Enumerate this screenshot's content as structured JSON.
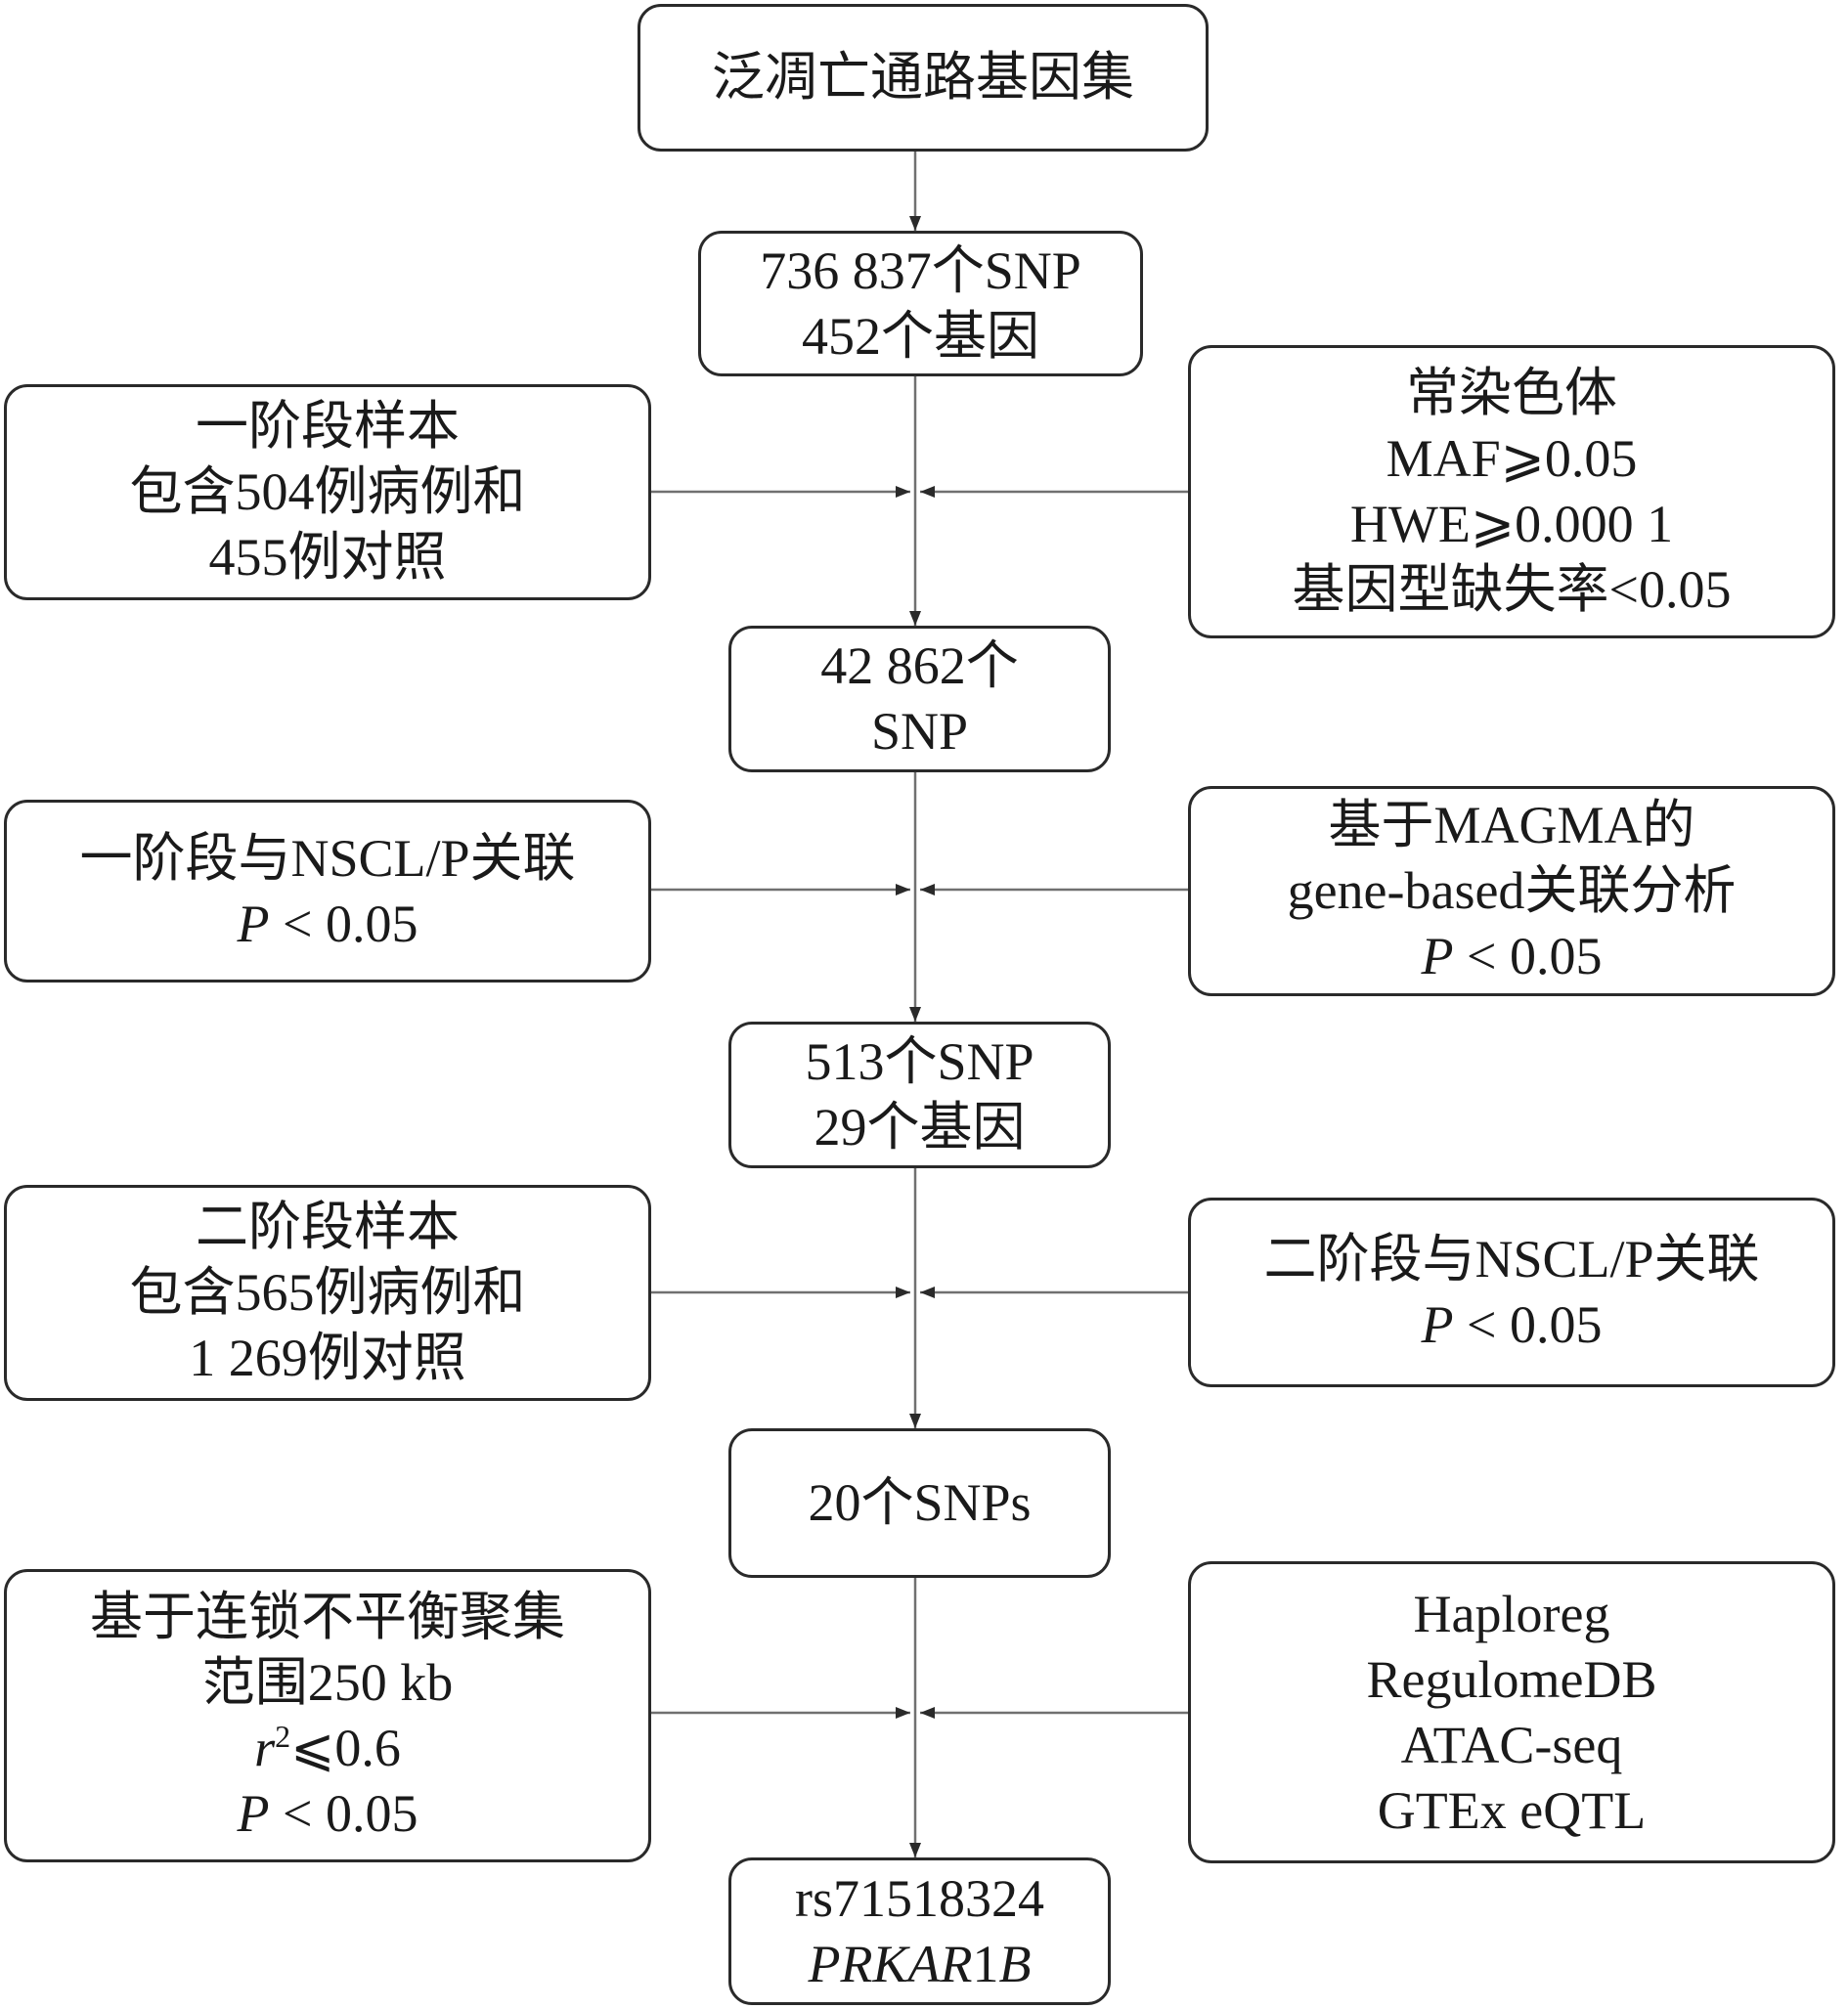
{
  "flowchart": {
    "gene_set": "泛凋亡通路基因集",
    "step1": {
      "line1": "736 837个SNP",
      "line2": "452个基因"
    },
    "stage1_sample": {
      "line1": "一阶段样本",
      "line2": "包含504例病例和",
      "line3": "455例对照"
    },
    "qc_filter": {
      "line1": "常染色体",
      "line2": "MAF⩾0.05",
      "line3": "HWE⩾0.000 1",
      "line4": "基因型缺失率<0.05"
    },
    "step2": {
      "line1": "42 862个",
      "line2": "SNP"
    },
    "stage1_assoc": {
      "line1": "一阶段与NSCL/P关联",
      "p_symbol": "P",
      "p_rest": " < 0.05"
    },
    "magma": {
      "line1": "基于MAGMA的",
      "line2": "gene-based关联分析",
      "p_symbol": "P",
      "p_rest": " < 0.05"
    },
    "step3": {
      "line1": "513个SNP",
      "line2": "29个基因"
    },
    "stage2_sample": {
      "line1": "二阶段样本",
      "line2": "包含565例病例和",
      "line3": "1 269例对照"
    },
    "stage2_assoc": {
      "line1": "二阶段与NSCL/P关联",
      "p_symbol": "P",
      "p_rest": " < 0.05"
    },
    "step4": {
      "line1": "20个SNPs"
    },
    "ld_clump": {
      "line1": "基于连锁不平衡聚集",
      "line2": "范围250 kb",
      "r_symbol": "r",
      "r_sup": "2",
      "r_rest": "⩽0.6",
      "p_symbol": "P",
      "p_rest": " < 0.05"
    },
    "annotation_tools": {
      "line1": "Haploreg",
      "line2": "RegulomeDB",
      "line3": "ATAC-seq",
      "line4": "GTEx eQTL"
    },
    "result": {
      "snp": "rs71518324",
      "gene_prefix": "PRKAR",
      "gene_digit": "1",
      "gene_suffix": "B"
    }
  }
}
